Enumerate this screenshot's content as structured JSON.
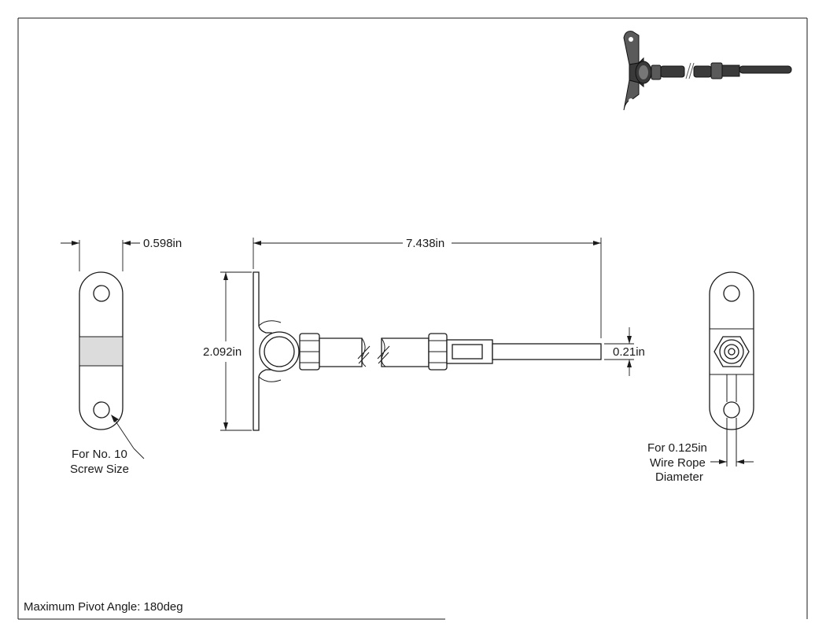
{
  "drawing": {
    "dimensions": {
      "plate_width": "0.598in",
      "overall_length": "7.438in",
      "plate_height": "2.092in",
      "rod_diameter": "0.21in"
    },
    "notes": {
      "screw_line1": "For No. 10",
      "screw_line2": "Screw Size",
      "wire_line1": "For 0.125in",
      "wire_line2": "Wire Rope",
      "wire_line3": "Diameter",
      "pivot": "Maximum Pivot Angle: 180deg"
    }
  }
}
